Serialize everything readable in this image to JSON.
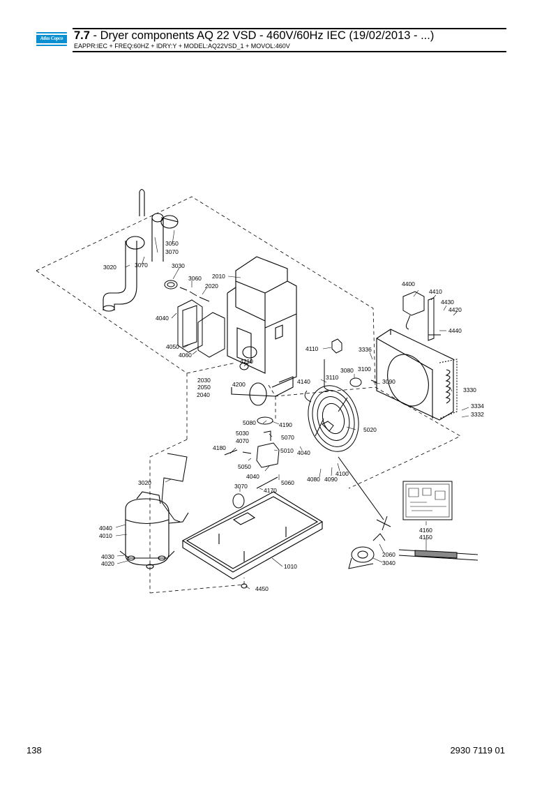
{
  "header": {
    "brand": "Atlas Copco",
    "section_number": "7.7",
    "title_rest": " - Dryer components AQ 22 VSD - 460V/60Hz IEC (19/02/2013 - ...)",
    "subtitle": "EAPPR:IEC + FREQ:60HZ + IDRY:Y + MODEL:AQ22VSD_1 + MOVOL:460V"
  },
  "labels": [
    {
      "id": "l3050",
      "text": "3050"
    },
    {
      "id": "l3070a",
      "text": "3070"
    },
    {
      "id": "l3020a",
      "text": "3020"
    },
    {
      "id": "l3070b",
      "text": "3070"
    },
    {
      "id": "l3030",
      "text": "3030"
    },
    {
      "id": "l2010",
      "text": "2010"
    },
    {
      "id": "l3060",
      "text": "3060"
    },
    {
      "id": "l2020",
      "text": "2020"
    },
    {
      "id": "l4040a",
      "text": "4040"
    },
    {
      "id": "l4050",
      "text": "4050"
    },
    {
      "id": "l4060",
      "text": "4060"
    },
    {
      "id": "l4210",
      "text": "4210"
    },
    {
      "id": "l2030",
      "text": "2030"
    },
    {
      "id": "l2050",
      "text": "2050"
    },
    {
      "id": "l4200",
      "text": "4200"
    },
    {
      "id": "l2040",
      "text": "2040"
    },
    {
      "id": "l4400",
      "text": "4400"
    },
    {
      "id": "l4410",
      "text": "4410"
    },
    {
      "id": "l4430",
      "text": "4430"
    },
    {
      "id": "l4420",
      "text": "4420"
    },
    {
      "id": "l4440",
      "text": "4440"
    },
    {
      "id": "l4110",
      "text": "4110"
    },
    {
      "id": "l3336",
      "text": "3336"
    },
    {
      "id": "l3080",
      "text": "3080"
    },
    {
      "id": "l3100",
      "text": "3100"
    },
    {
      "id": "l3110",
      "text": "3110"
    },
    {
      "id": "l3090",
      "text": "3090"
    },
    {
      "id": "l4140",
      "text": "4140"
    },
    {
      "id": "l3330",
      "text": "3330"
    },
    {
      "id": "l3334",
      "text": "3334"
    },
    {
      "id": "l3332",
      "text": "3332"
    },
    {
      "id": "l5080",
      "text": "5080"
    },
    {
      "id": "l4190",
      "text": "4190"
    },
    {
      "id": "l5030",
      "text": "5030"
    },
    {
      "id": "l5070",
      "text": "5070"
    },
    {
      "id": "l5020",
      "text": "5020"
    },
    {
      "id": "l4070",
      "text": "4070"
    },
    {
      "id": "l4180",
      "text": "4180"
    },
    {
      "id": "l5010",
      "text": "5010"
    },
    {
      "id": "l4040b",
      "text": "4040"
    },
    {
      "id": "l5050",
      "text": "5050"
    },
    {
      "id": "l4040c",
      "text": "4040"
    },
    {
      "id": "l3020b",
      "text": "3020"
    },
    {
      "id": "l5060",
      "text": "5060"
    },
    {
      "id": "l4080",
      "text": "4080"
    },
    {
      "id": "l4090",
      "text": "4090"
    },
    {
      "id": "l4100",
      "text": "4100"
    },
    {
      "id": "l3070c",
      "text": "3070"
    },
    {
      "id": "l4170",
      "text": "4170"
    },
    {
      "id": "l4040d",
      "text": "4040"
    },
    {
      "id": "l4010",
      "text": "4010"
    },
    {
      "id": "l4160",
      "text": "4160"
    },
    {
      "id": "l4150",
      "text": "4150"
    },
    {
      "id": "l4030",
      "text": "4030"
    },
    {
      "id": "l4020",
      "text": "4020"
    },
    {
      "id": "l2060",
      "text": "2060"
    },
    {
      "id": "l3040",
      "text": "3040"
    },
    {
      "id": "l1010",
      "text": "1010"
    },
    {
      "id": "l4450",
      "text": "4450"
    }
  ],
  "footer": {
    "page_number": "138",
    "document_number": "2930 7119 01"
  }
}
